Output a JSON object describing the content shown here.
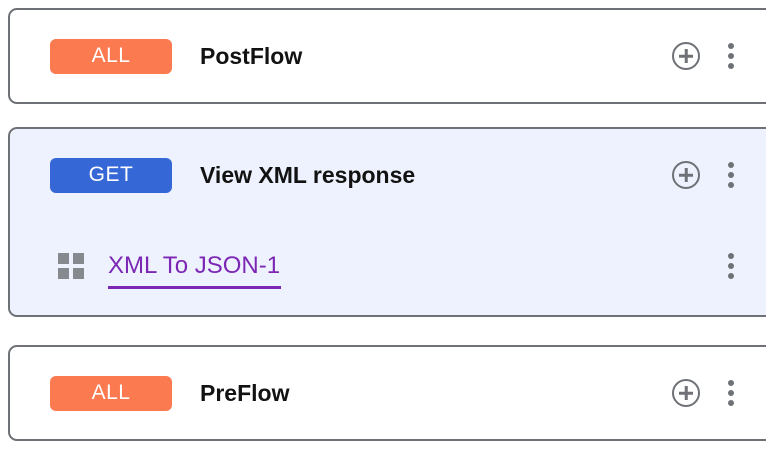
{
  "theme": {
    "page_background": "#ffffff",
    "card_background": "#ffffff",
    "card_selected_background": "#eef2fe",
    "card_border": "#6e7175",
    "badge_all_color": "#fc7a50",
    "badge_get_color": "#3567d6",
    "icon_gray": "#6e7175",
    "grid_icon_gray": "#86898e",
    "link_purple": "#7c26b4",
    "title_color": "#121212"
  },
  "flows": [
    {
      "id": "postflow",
      "selected": false,
      "method": "ALL",
      "method_style": "all",
      "title": "PostFlow",
      "add_icon": "plus-circle-icon",
      "menu_icon": "kebab-menu-icon",
      "policies": []
    },
    {
      "id": "view-xml-response",
      "selected": true,
      "method": "GET",
      "method_style": "get",
      "title": "View XML response",
      "add_icon": "plus-circle-icon",
      "menu_icon": "kebab-menu-icon",
      "policies": [
        {
          "id": "xml-to-json-1",
          "icon": "grid-squares-icon",
          "label": "XML To JSON-1",
          "menu_icon": "kebab-menu-icon"
        }
      ]
    },
    {
      "id": "preflow",
      "selected": false,
      "method": "ALL",
      "method_style": "all",
      "title": "PreFlow",
      "add_icon": "plus-circle-icon",
      "menu_icon": "kebab-menu-icon",
      "policies": []
    }
  ]
}
